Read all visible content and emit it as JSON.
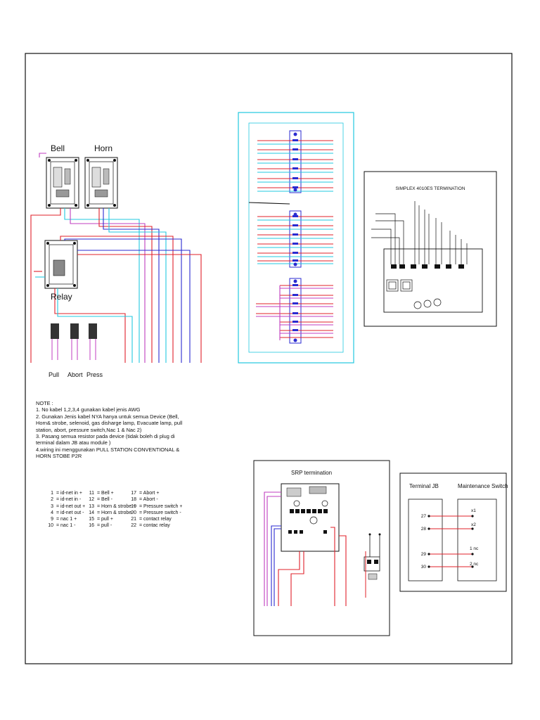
{
  "labels": {
    "bell": "Bell",
    "horn": "Horn",
    "relay": "Relay",
    "pull": "Pull",
    "abort": "Abort",
    "press": "Press"
  },
  "simplex": {
    "title": "SIMPLEX 4010ES TERMINATION"
  },
  "srp": {
    "title": "SRP termination"
  },
  "maintenance": {
    "left_title": "Terminal JB",
    "right_title": "Maintenance Switch",
    "terminals": [
      "27",
      "28",
      "29",
      "30"
    ],
    "switch_labels": [
      "x1",
      "x2",
      "1 nc",
      "2 nc"
    ]
  },
  "note": {
    "heading": "NOTE :",
    "lines": [
      "1. No kabel 1,2,3,4 gunakan kabel jenis AWG",
      "2. Gunakan Jenis kabel NYA hanya untuk semua Device (Bell, Horn& strobe, selenoid, gas disharge lamp, Evacuate lamp, pull station, abort, pressure switch,Nac 1 & Nac 2)",
      "3. Pasang semua resistor pada device (tidak boleh di plug di terminal dalam JB atau module )",
      "4.wiring ini menggunakan  PULL STATION CONVENTIONAL & HORN STOBE P2R"
    ]
  },
  "legend": {
    "col1": [
      {
        "num": "1",
        "text": "= id-net in +"
      },
      {
        "num": "2",
        "text": "= id-net in -"
      },
      {
        "num": "3",
        "text": "= id-net out +"
      },
      {
        "num": "4",
        "text": "= id-net out -"
      },
      {
        "num": "9",
        "text": "= nac 1 +"
      },
      {
        "num": "10",
        "text": "= nac 1 -"
      }
    ],
    "col2": [
      {
        "num": "11",
        "text": "= Bell +"
      },
      {
        "num": "12",
        "text": "= Bell -"
      },
      {
        "num": "13",
        "text": "= Horn & strobe +"
      },
      {
        "num": "14",
        "text": "= Horn & strobe -"
      },
      {
        "num": "15",
        "text": "= pull +"
      },
      {
        "num": "16",
        "text": "= pull -"
      }
    ],
    "col3": [
      {
        "num": "17",
        "text": "= Abort +"
      },
      {
        "num": "18",
        "text": "= Abort -"
      },
      {
        "num": "19",
        "text": "= Pressure switch +"
      },
      {
        "num": "20",
        "text": "= Pressure switch -"
      },
      {
        "num": "21",
        "text": "= contact relay"
      },
      {
        "num": "22",
        "text": "= contac relay"
      }
    ]
  },
  "colors": {
    "red": "#e0202a",
    "blue": "#2a2ad0",
    "cyan": "#22c8e0",
    "magenta": "#c03cc0",
    "black": "#111111"
  }
}
